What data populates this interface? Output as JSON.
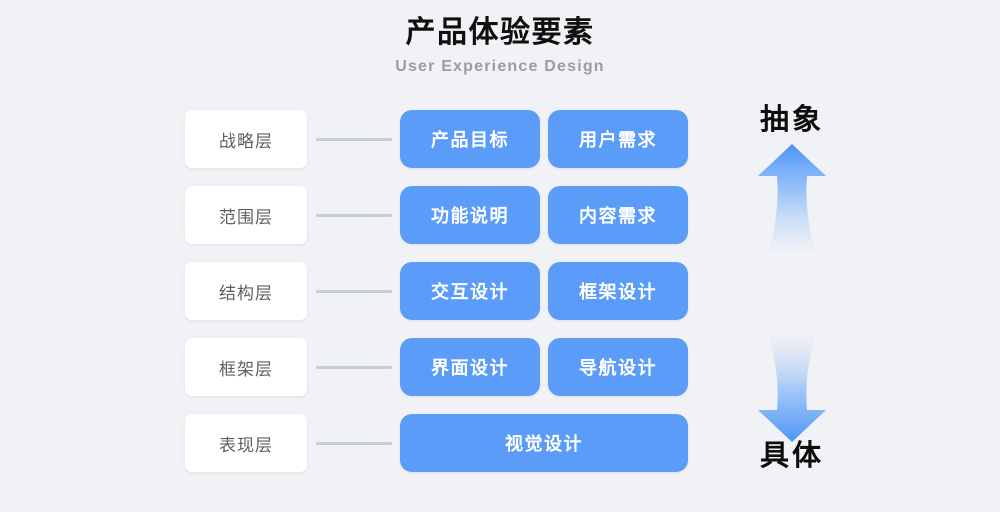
{
  "header": {
    "title_cn": "产品体验要素",
    "title_en": "User Experience Design"
  },
  "colors": {
    "background": "#f1f2f6",
    "card_blue": "#5b9cf8",
    "label_white": "#ffffff",
    "label_text": "#5e6066",
    "connector": "#c9cdd4",
    "subtitle": "#9a9da3",
    "arrow_blue": "#5b9cf8"
  },
  "rows": [
    {
      "layer": "战略层",
      "cards": [
        {
          "label": "产品目标",
          "width": "half"
        },
        {
          "label": "用户需求",
          "width": "half"
        }
      ]
    },
    {
      "layer": "范围层",
      "cards": [
        {
          "label": "功能说明",
          "width": "half"
        },
        {
          "label": "内容需求",
          "width": "half"
        }
      ]
    },
    {
      "layer": "结构层",
      "cards": [
        {
          "label": "交互设计",
          "width": "half"
        },
        {
          "label": "框架设计",
          "width": "half"
        }
      ]
    },
    {
      "layer": "框架层",
      "cards": [
        {
          "label": "界面设计",
          "width": "half"
        },
        {
          "label": "导航设计",
          "width": "half"
        }
      ]
    },
    {
      "layer": "表现层",
      "cards": [
        {
          "label": "视觉设计",
          "width": "full"
        }
      ]
    }
  ],
  "axis": {
    "top_label": "抽象",
    "bottom_label": "具体",
    "up_arrow_icon": "arrow-up-icon",
    "down_arrow_icon": "arrow-down-icon"
  }
}
